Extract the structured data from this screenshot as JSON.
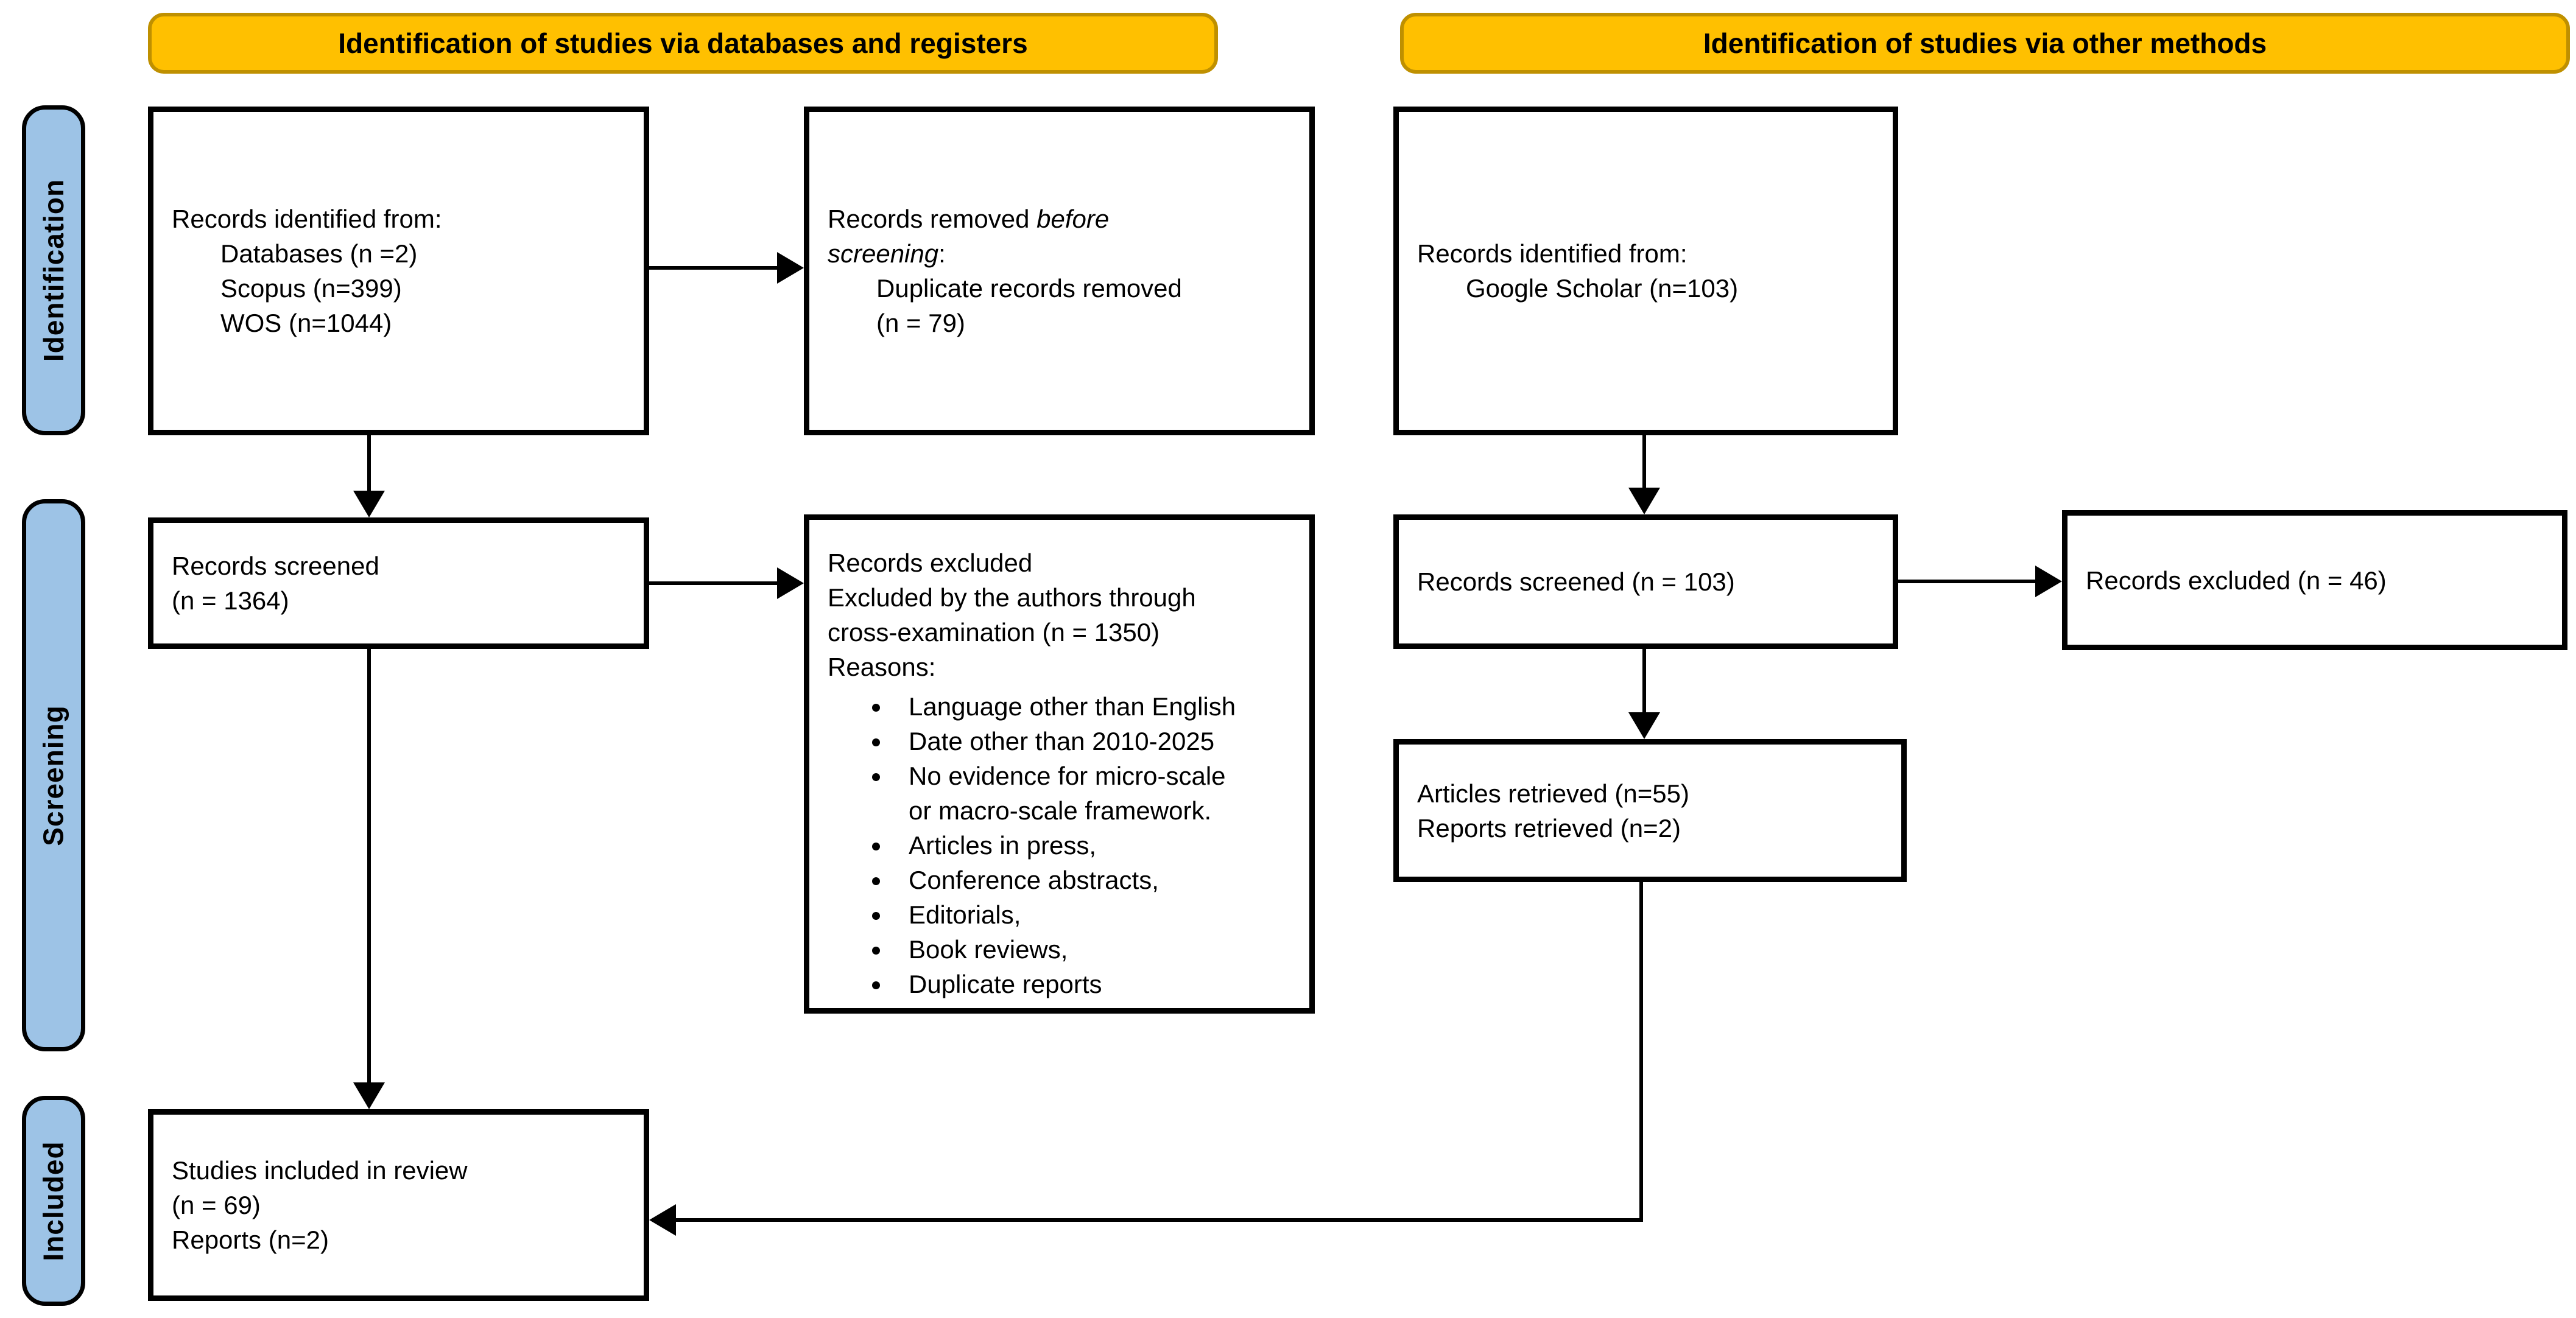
{
  "colors": {
    "banner_fill": "#FFC000",
    "banner_border": "#BF9000",
    "stage_fill": "#9DC3E6",
    "stage_border": "#000000",
    "box_border": "#000000",
    "arrow": "#000000",
    "background": "#FFFFFF"
  },
  "banners": {
    "databases": "Identification of studies via databases and registers",
    "other": "Identification of studies via other methods"
  },
  "stages": {
    "identification": "Identification",
    "screening": "Screening",
    "included": "Included"
  },
  "boxes": {
    "db_identified": {
      "title": "Records identified from:",
      "items": [
        "Databases (n =2)",
        "Scopus (n=399)",
        "WOS (n=1044)"
      ]
    },
    "removed_before_screening": {
      "line1_regular": "Records removed ",
      "line1_italic": "before",
      "line2_italic": "screening",
      "line2_regular": ":",
      "items": [
        "Duplicate records removed",
        "(n = 79)"
      ]
    },
    "other_identified": {
      "title": "Records identified from:",
      "items": [
        "Google Scholar (n=103)"
      ]
    },
    "db_screened": {
      "lines": [
        "Records screened",
        "(n = 1364)"
      ]
    },
    "db_excluded": {
      "lines": [
        "Records excluded",
        "Excluded by the authors through",
        "cross-examination (n = 1350)",
        "Reasons:"
      ],
      "reasons": [
        [
          "Language other than English"
        ],
        [
          "Date other than 2010-2025"
        ],
        [
          "No evidence for micro-scale",
          "or macro-scale framework."
        ],
        [
          "Articles in press,"
        ],
        [
          "Conference abstracts,"
        ],
        [
          "Editorials,"
        ],
        [
          "Book reviews,"
        ],
        [
          "Duplicate reports"
        ]
      ]
    },
    "other_screened": {
      "lines": [
        "Records screened (n = 103)"
      ]
    },
    "other_excluded": {
      "lines": [
        "Records excluded (n = 46)"
      ]
    },
    "retrieved": {
      "lines": [
        "Articles retrieved (n=55)",
        "Reports retrieved (n=2)"
      ]
    },
    "included": {
      "lines": [
        "Studies included in review",
        "(n = 69)",
        "Reports (n=2)"
      ]
    }
  }
}
